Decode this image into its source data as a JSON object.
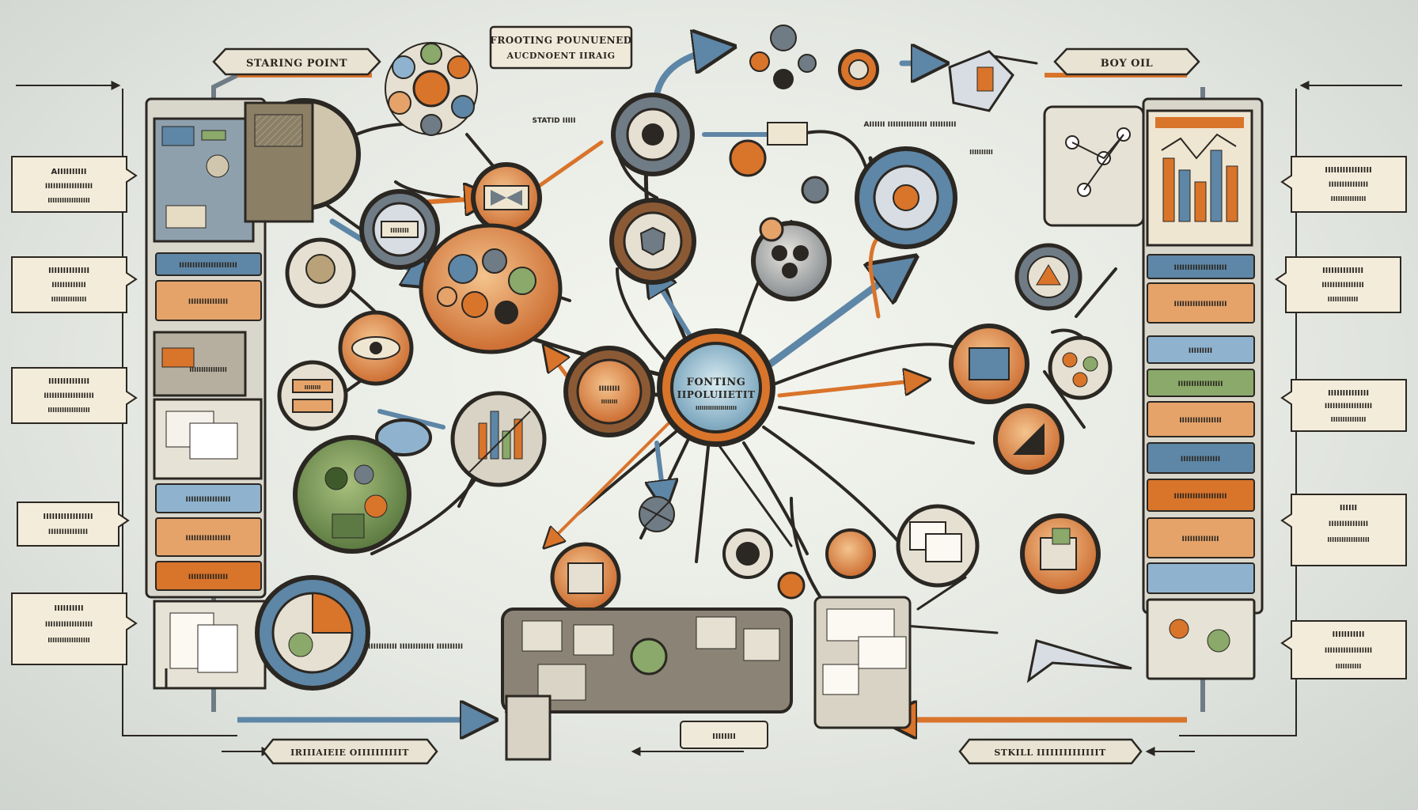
{
  "banners": {
    "top_left": "STARING POINT",
    "top_center_line1": "FROOTING POUNUENED",
    "top_center_line2": "AUCDNOENT IIRAIG",
    "top_right": "BOY OIL",
    "bottom_left": "IRIIIAIEIE OIIIIIIIIIIT",
    "bottom_right": "STKILL IIIIIIIIIIIIIIT",
    "bottom_center": "IIIIIIII"
  },
  "hub": {
    "line1": "FONTING",
    "line2": "IIPOLUIIETIT",
    "line3": "IIIIIIIIIIIIIIIIIIII"
  },
  "nodes": {
    "secondary_hub": "IIIIIIII",
    "secondary_sub": "IIIIIIII",
    "left_orange": "IIIIIIII",
    "left_ring": "IIIIIIII"
  },
  "annotations": {
    "stats": "STATID\nIIIII",
    "right_mid": "AIIIIII\nIIIIIIIIIIIIIII\nIIIIIIIIII",
    "right_small": "IIIIIIIIII",
    "bottom_left": "IIIIIIIIIII\nIIIIIIIIIIIII\nIIIIIIIIII"
  },
  "left_callouts": [
    {
      "line1": "AIIIIIIIIII",
      "line2": "IIIIIIIIIIIIIIIIII",
      "line3": "IIIIIIIIIIIIIIIIII"
    },
    {
      "line1": "IIIIIIIIIIIIII",
      "line2": "IIIIIIIIIIIII",
      "line3": "IIIIIIIIIIIIIII"
    },
    {
      "line1": "IIIIIIIIIIIIII",
      "line2": "IIIIIIIIIIIIIIIIIII",
      "line3": "IIIIIIIIIIIIIIIIII"
    },
    {
      "line1": "IIIIIIIIIIIIIIIII",
      "line2": "IIIIIIIIIIIIIII",
      "line3": ""
    },
    {
      "line1": "IIIIIIIIII",
      "line2": "IIIIIIIIIIIIIIIIII",
      "line3": "IIIIIIIIIIIIIIIIII"
    }
  ],
  "right_callouts": [
    {
      "line1": "IIIIIIIIIIIIIIII",
      "line2": "IIIIIIIIIIIIIII",
      "line3": "IIIIIIIIIIIIIII"
    },
    {
      "line1": "IIIIIIIIIIIIII",
      "line2": "IIIIIIIIIIIIIIII",
      "line3": "IIIIIIIIIIIII"
    },
    {
      "line1": "IIIIIIIIIIIIII",
      "line2": "IIIIIIIIIIIIIIIIII",
      "line3": "IIIIIIIIIIIIIII"
    },
    {
      "line1": "IIIIII",
      "line2": "IIIIIIIIIIIIIII",
      "line3": "IIIIIIIIIIIIIIIIII"
    },
    {
      "line1": "IIIIIIIIIII",
      "line2": "IIIIIIIIIIIIIIIIII",
      "line3": "IIIIIIIIIII"
    }
  ],
  "left_panel_bars": [
    "IIIIIIIIIIIIIIIIIIIIII",
    "IIIIIIIIIIIIIII",
    "IIIIIIIIIIIIIIIII",
    "IIIIIIIIIIIIIIIII",
    "IIIIIIIIIIIIIII",
    "IIIIIIIIIIIIIIII"
  ],
  "right_panel_bars": [
    "IIIIIIIIIIIIIIIIIIII",
    "IIIIIIIIIIIIIIIIIIII",
    "IIIIIIIII",
    "IIIIIIIIIIIIIIIII",
    "IIIIIIIIIIIIIIII",
    "IIIIIIIIIIIIIII",
    "IIIIIIIIIIIIIIIIIIII",
    "IIIIIIIIIIIIII"
  ],
  "colors": {
    "ink": "#2b2722",
    "orange": "#d9742b",
    "blue": "#5e86a6",
    "green": "#6f8f4a",
    "cream": "#efe6d2",
    "steel": "#6f7b85"
  }
}
